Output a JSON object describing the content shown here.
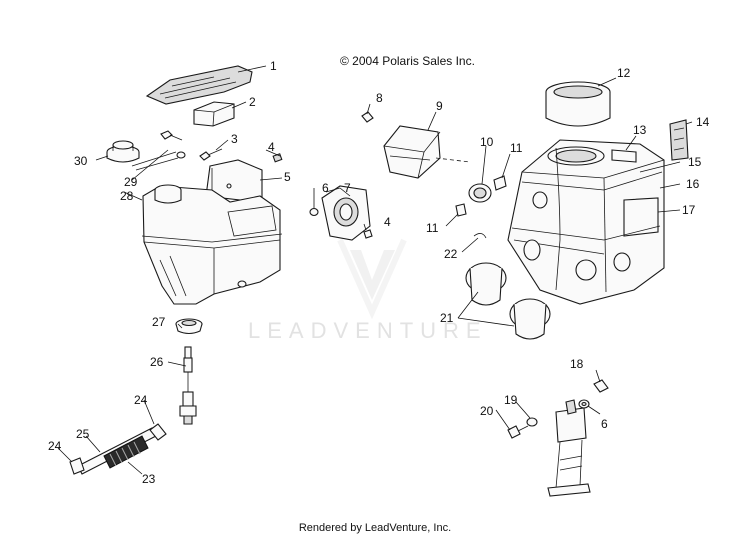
{
  "copyright": "© 2004 Polaris Sales Inc.",
  "footer": "Rendered by LeadVenture, Inc.",
  "watermark": {
    "text": "LEADVENTURE"
  },
  "callouts": [
    "1",
    "2",
    "3",
    "4",
    "5",
    "6",
    "7",
    "8",
    "9",
    "10",
    "11",
    "12",
    "13",
    "14",
    "15",
    "16",
    "17",
    "18",
    "19",
    "20",
    "21",
    "22",
    "23",
    "24",
    "25",
    "26",
    "27",
    "28",
    "29",
    "30"
  ],
  "callout_labels": {
    "c1": "1",
    "c2": "2",
    "c3": "3",
    "c4a": "4",
    "c4b": "4",
    "c5": "5",
    "c6a": "6",
    "c6b": "6",
    "c7": "7",
    "c8": "8",
    "c9": "9",
    "c10": "10",
    "c11a": "11",
    "c11b": "11",
    "c12": "12",
    "c13": "13",
    "c14": "14",
    "c15": "15",
    "c16": "16",
    "c17": "17",
    "c18": "18",
    "c19": "19",
    "c20": "20",
    "c21": "21",
    "c22": "22",
    "c23": "23",
    "c24a": "24",
    "c24b": "24",
    "c25": "25",
    "c26": "26",
    "c27": "27",
    "c28": "28",
    "c29": "29",
    "c30": "30"
  }
}
